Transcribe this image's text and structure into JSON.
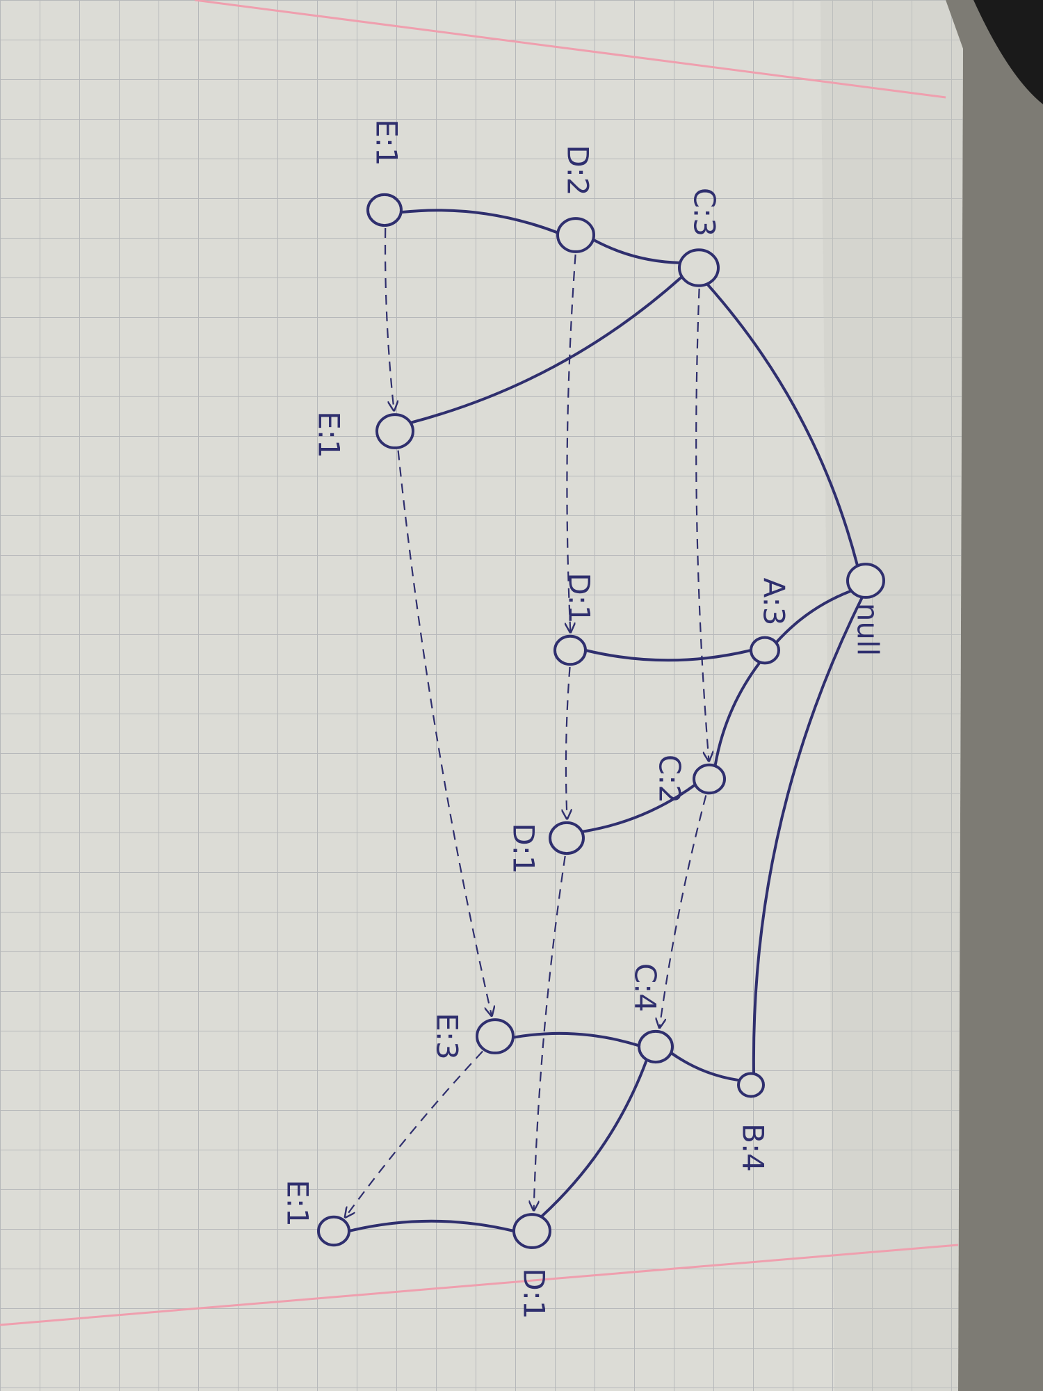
{
  "colors": {
    "paper": "#dcdcd6",
    "grid": "#b6b8ba",
    "margin_line": "#ef9fae",
    "ink": "#2f2f6e",
    "backdrop": "#7d7b74"
  },
  "nodes": [
    {
      "id": "null",
      "label": "null"
    },
    {
      "id": "c3",
      "label": "C:3"
    },
    {
      "id": "d2",
      "label": "D:2"
    },
    {
      "id": "e1_top",
      "label": "E:1"
    },
    {
      "id": "e1_mid",
      "label": "E:1"
    },
    {
      "id": "a3",
      "label": "A:3"
    },
    {
      "id": "d1_a",
      "label": "D:1"
    },
    {
      "id": "c2",
      "label": "C:2"
    },
    {
      "id": "d1_c",
      "label": "D:1"
    },
    {
      "id": "b4",
      "label": "B:4"
    },
    {
      "id": "c4",
      "label": "C:4"
    },
    {
      "id": "e3",
      "label": "E:3"
    },
    {
      "id": "d1_b",
      "label": "D:1"
    },
    {
      "id": "e1_bot",
      "label": "E:1"
    }
  ],
  "tree_edges": [
    [
      "null",
      "c3"
    ],
    [
      "c3",
      "d2"
    ],
    [
      "d2",
      "e1_top"
    ],
    [
      "c3",
      "e1_mid"
    ],
    [
      "null",
      "a3"
    ],
    [
      "a3",
      "d1_a"
    ],
    [
      "a3",
      "c2"
    ],
    [
      "c2",
      "d1_c"
    ],
    [
      "null",
      "b4"
    ],
    [
      "b4",
      "c4"
    ],
    [
      "c4",
      "e3"
    ],
    [
      "c4",
      "d1_b"
    ],
    [
      "d1_b",
      "e1_bot"
    ]
  ],
  "link_edges": [
    [
      "c3",
      "c2"
    ],
    [
      "c2",
      "c4"
    ],
    [
      "d2",
      "d1_a"
    ],
    [
      "d1_a",
      "d1_c"
    ],
    [
      "d1_c",
      "d1_b"
    ],
    [
      "e1_top",
      "e1_mid"
    ],
    [
      "e1_mid",
      "e3"
    ],
    [
      "e3",
      "e1_bot"
    ]
  ]
}
